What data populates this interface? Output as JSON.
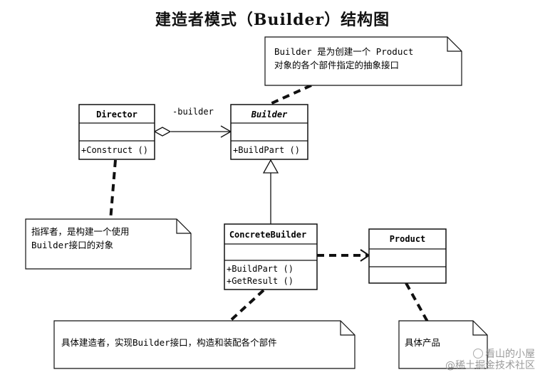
{
  "title": "建造者模式（Builder）结构图",
  "classes": {
    "director": {
      "name": "Director",
      "operations": "+Construct ()"
    },
    "builder": {
      "name": "Builder",
      "operations": "+BuildPart ()"
    },
    "concrete_builder": {
      "name": "ConcreteBuilder",
      "operations": [
        "+BuildPart ()",
        "+GetResult ()"
      ]
    },
    "product": {
      "name": "Product"
    }
  },
  "association_label": "-builder",
  "notes": {
    "builder_note": [
      "Builder 是为创建一个 Product",
      "对象的各个部件指定的抽象接口"
    ],
    "director_note": [
      "指挥者，是构建一个使用",
      "Builder接口的对象"
    ],
    "concrete_note": "具体建造者，实现Builder接口，构造和装配各个部件",
    "product_note": "具体产品"
  },
  "watermark": [
    "看山的小屋",
    "@稀土掘金技术社区"
  ]
}
